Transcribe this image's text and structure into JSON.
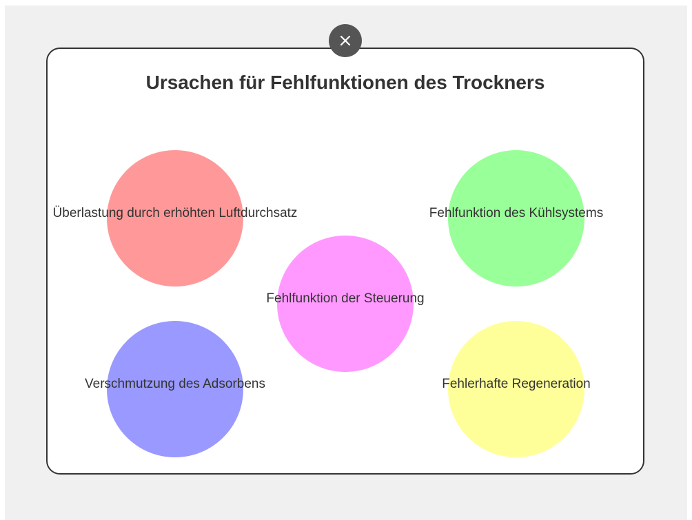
{
  "diagram": {
    "title": "Ursachen für Fehlfunktionen des Trockners",
    "close_icon": "close-icon",
    "nodes": [
      {
        "label": "Überlastung durch erhöhten Luftdurchsatz",
        "color": "#ff9999"
      },
      {
        "label": "Fehlfunktion des Kühlsystems",
        "color": "#99ff99"
      },
      {
        "label": "Fehlfunktion der Steuerung",
        "color": "#ff99ff"
      },
      {
        "label": "Verschmutzung des Adsorbens",
        "color": "#9999ff"
      },
      {
        "label": "Fehlerhafte Regeneration",
        "color": "#ffff99"
      }
    ]
  }
}
